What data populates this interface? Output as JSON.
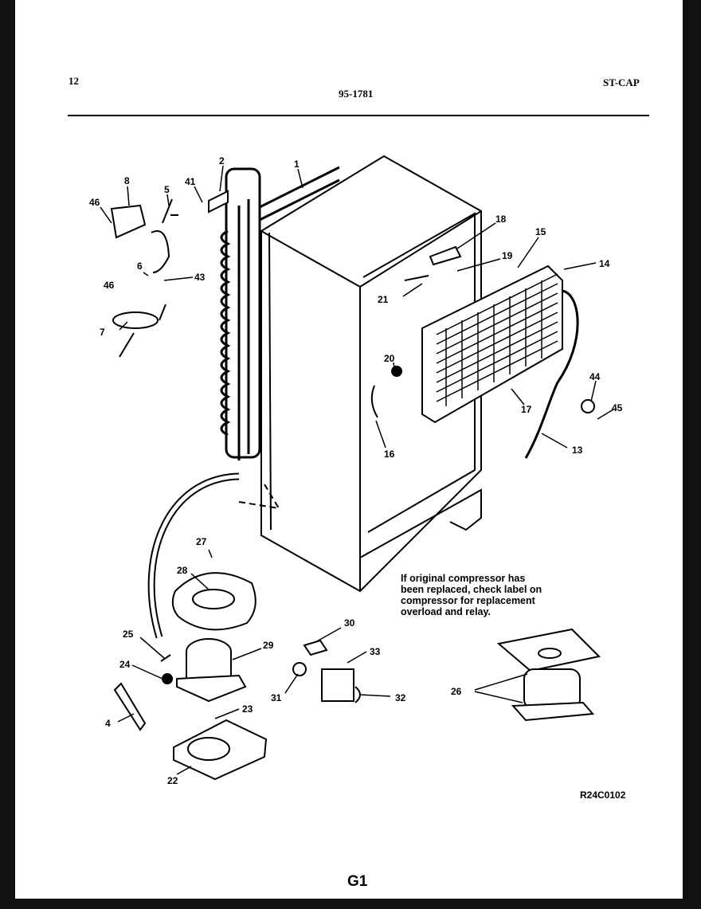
{
  "header": {
    "page_number": "12",
    "doc_number": "95-1781",
    "section": "ST-CAP"
  },
  "diagram": {
    "callouts": [
      "1",
      "2",
      "4",
      "5",
      "6",
      "7",
      "8",
      "13",
      "14",
      "15",
      "16",
      "17",
      "18",
      "19",
      "20",
      "21",
      "22",
      "23",
      "24",
      "25",
      "26",
      "27",
      "28",
      "29",
      "30",
      "31",
      "32",
      "33",
      "41",
      "43",
      "44",
      "45",
      "46"
    ],
    "note": "If original compressor has\nbeen replaced, check label on\ncompressor for replacement\noverload and relay.",
    "drawing_code": "R24C0102"
  },
  "footer": {
    "page_label": "G1"
  }
}
